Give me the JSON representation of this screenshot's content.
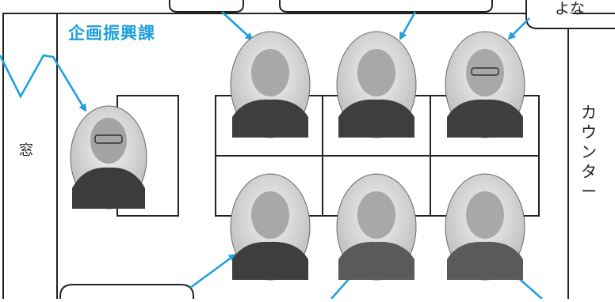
{
  "title": "企画振興課",
  "window_label": "窓",
  "counter_label": "カウンター",
  "bubble_text": "よな",
  "colors": {
    "accent": "#1ea0dc",
    "line": "#222222",
    "background": "#ffffff"
  }
}
